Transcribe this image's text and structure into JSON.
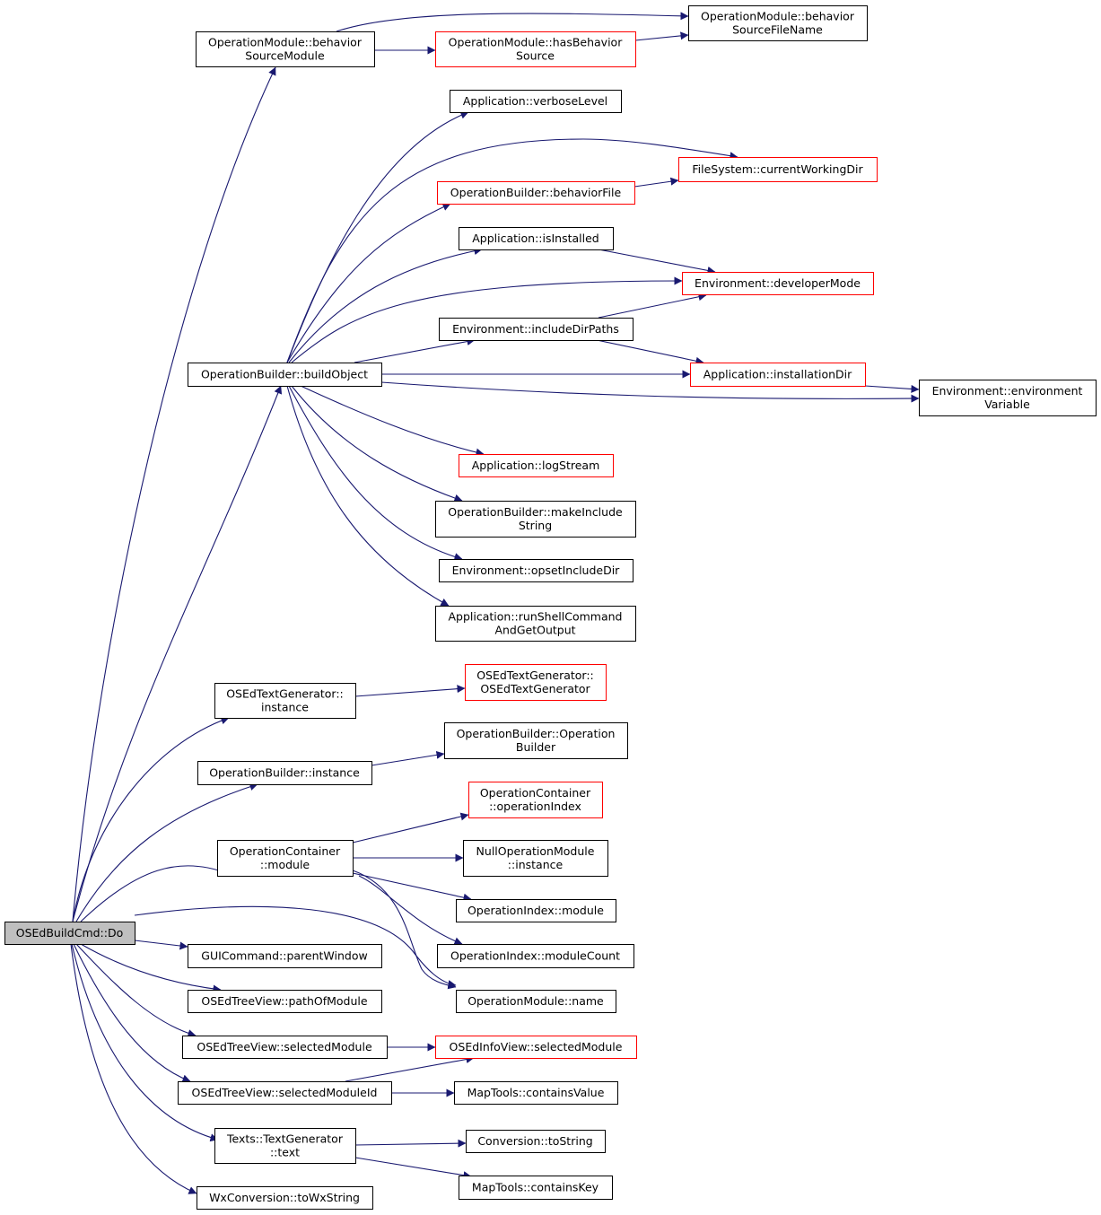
{
  "colors": {
    "edge": "#191970",
    "default_border": "#000000",
    "truncated_border": "#ff0000",
    "root_fill": "#bfbfbf"
  },
  "nodes": {
    "do": {
      "lines": [
        "OSEdBuildCmd::Do"
      ],
      "style": "root"
    },
    "behaviorSourceModule": {
      "lines": [
        "OperationModule::behavior",
        "SourceModule"
      ],
      "style": "normal"
    },
    "hasBehaviorSource": {
      "lines": [
        "OperationModule::hasBehavior",
        "Source"
      ],
      "style": "red"
    },
    "behaviorSourceFileName": {
      "lines": [
        "OperationModule::behavior",
        "SourceFileName"
      ],
      "style": "normal"
    },
    "verboseLevel": {
      "lines": [
        "Application::verboseLevel"
      ],
      "style": "normal"
    },
    "currentWorkingDir": {
      "lines": [
        "FileSystem::currentWorkingDir"
      ],
      "style": "red"
    },
    "behaviorFile": {
      "lines": [
        "OperationBuilder::behaviorFile"
      ],
      "style": "red"
    },
    "isInstalled": {
      "lines": [
        "Application::isInstalled"
      ],
      "style": "normal"
    },
    "developerMode": {
      "lines": [
        "Environment::developerMode"
      ],
      "style": "red"
    },
    "includeDirPaths": {
      "lines": [
        "Environment::includeDirPaths"
      ],
      "style": "normal"
    },
    "buildObject": {
      "lines": [
        "OperationBuilder::buildObject"
      ],
      "style": "normal"
    },
    "installationDir": {
      "lines": [
        "Application::installationDir"
      ],
      "style": "red"
    },
    "environmentVariable": {
      "lines": [
        "Environment::environment",
        "Variable"
      ],
      "style": "normal"
    },
    "logStream": {
      "lines": [
        "Application::logStream"
      ],
      "style": "red"
    },
    "makeIncludeString": {
      "lines": [
        "OperationBuilder::makeInclude",
        "String"
      ],
      "style": "normal"
    },
    "opsetIncludeDir": {
      "lines": [
        "Environment::opsetIncludeDir"
      ],
      "style": "normal"
    },
    "runShellCommand": {
      "lines": [
        "Application::runShellCommand",
        "AndGetOutput"
      ],
      "style": "normal"
    },
    "textGenInstance": {
      "lines": [
        "OSEdTextGenerator::",
        "instance"
      ],
      "style": "normal"
    },
    "textGenCtor": {
      "lines": [
        "OSEdTextGenerator::",
        "OSEdTextGenerator"
      ],
      "style": "red"
    },
    "opBuilderCtor": {
      "lines": [
        "OperationBuilder::Operation",
        "Builder"
      ],
      "style": "normal"
    },
    "opBuilderInstance": {
      "lines": [
        "OperationBuilder::instance"
      ],
      "style": "normal"
    },
    "operationIndex": {
      "lines": [
        "OperationContainer",
        "::operationIndex"
      ],
      "style": "red"
    },
    "containerModule": {
      "lines": [
        "OperationContainer",
        "::module"
      ],
      "style": "normal"
    },
    "nullModuleInstance": {
      "lines": [
        "NullOperationModule",
        "::instance"
      ],
      "style": "normal"
    },
    "indexModule": {
      "lines": [
        "OperationIndex::module"
      ],
      "style": "normal"
    },
    "moduleCount": {
      "lines": [
        "OperationIndex::moduleCount"
      ],
      "style": "normal"
    },
    "parentWindow": {
      "lines": [
        "GUICommand::parentWindow"
      ],
      "style": "normal"
    },
    "moduleName": {
      "lines": [
        "OperationModule::name"
      ],
      "style": "normal"
    },
    "pathOfModule": {
      "lines": [
        "OSEdTreeView::pathOfModule"
      ],
      "style": "normal"
    },
    "treeSelectedModule": {
      "lines": [
        "OSEdTreeView::selectedModule"
      ],
      "style": "normal"
    },
    "infoSelectedModule": {
      "lines": [
        "OSEdInfoView::selectedModule"
      ],
      "style": "red"
    },
    "selectedModuleId": {
      "lines": [
        "OSEdTreeView::selectedModuleId"
      ],
      "style": "normal"
    },
    "containsValue": {
      "lines": [
        "MapTools::containsValue"
      ],
      "style": "normal"
    },
    "textGenText": {
      "lines": [
        "Texts::TextGenerator",
        "::text"
      ],
      "style": "normal"
    },
    "toString": {
      "lines": [
        "Conversion::toString"
      ],
      "style": "normal"
    },
    "containsKey": {
      "lines": [
        "MapTools::containsKey"
      ],
      "style": "normal"
    },
    "toWxString": {
      "lines": [
        "WxConversion::toWxString"
      ],
      "style": "normal"
    }
  },
  "edges": [
    [
      "do",
      "behaviorSourceModule"
    ],
    [
      "behaviorSourceModule",
      "behaviorSourceFileName"
    ],
    [
      "behaviorSourceModule",
      "hasBehaviorSource"
    ],
    [
      "hasBehaviorSource",
      "behaviorSourceFileName"
    ],
    [
      "do",
      "buildObject"
    ],
    [
      "buildObject",
      "verboseLevel"
    ],
    [
      "buildObject",
      "currentWorkingDir"
    ],
    [
      "buildObject",
      "behaviorFile"
    ],
    [
      "behaviorFile",
      "currentWorkingDir"
    ],
    [
      "buildObject",
      "isInstalled"
    ],
    [
      "isInstalled",
      "developerMode"
    ],
    [
      "buildObject",
      "developerMode"
    ],
    [
      "buildObject",
      "includeDirPaths"
    ],
    [
      "includeDirPaths",
      "developerMode"
    ],
    [
      "includeDirPaths",
      "installationDir"
    ],
    [
      "buildObject",
      "installationDir"
    ],
    [
      "installationDir",
      "environmentVariable"
    ],
    [
      "buildObject",
      "environmentVariable"
    ],
    [
      "buildObject",
      "logStream"
    ],
    [
      "buildObject",
      "makeIncludeString"
    ],
    [
      "buildObject",
      "opsetIncludeDir"
    ],
    [
      "buildObject",
      "runShellCommand"
    ],
    [
      "do",
      "textGenInstance"
    ],
    [
      "textGenInstance",
      "textGenCtor"
    ],
    [
      "do",
      "opBuilderInstance"
    ],
    [
      "opBuilderInstance",
      "opBuilderCtor"
    ],
    [
      "do",
      "containerModule"
    ],
    [
      "containerModule",
      "operationIndex"
    ],
    [
      "containerModule",
      "nullModuleInstance"
    ],
    [
      "containerModule",
      "indexModule"
    ],
    [
      "containerModule",
      "moduleCount"
    ],
    [
      "containerModule",
      "moduleName"
    ],
    [
      "do",
      "moduleName"
    ],
    [
      "do",
      "parentWindow"
    ],
    [
      "do",
      "pathOfModule"
    ],
    [
      "do",
      "treeSelectedModule"
    ],
    [
      "treeSelectedModule",
      "infoSelectedModule"
    ],
    [
      "do",
      "selectedModuleId"
    ],
    [
      "selectedModuleId",
      "infoSelectedModule"
    ],
    [
      "selectedModuleId",
      "containsValue"
    ],
    [
      "do",
      "textGenText"
    ],
    [
      "textGenText",
      "toString"
    ],
    [
      "textGenText",
      "containsKey"
    ],
    [
      "do",
      "toWxString"
    ]
  ]
}
